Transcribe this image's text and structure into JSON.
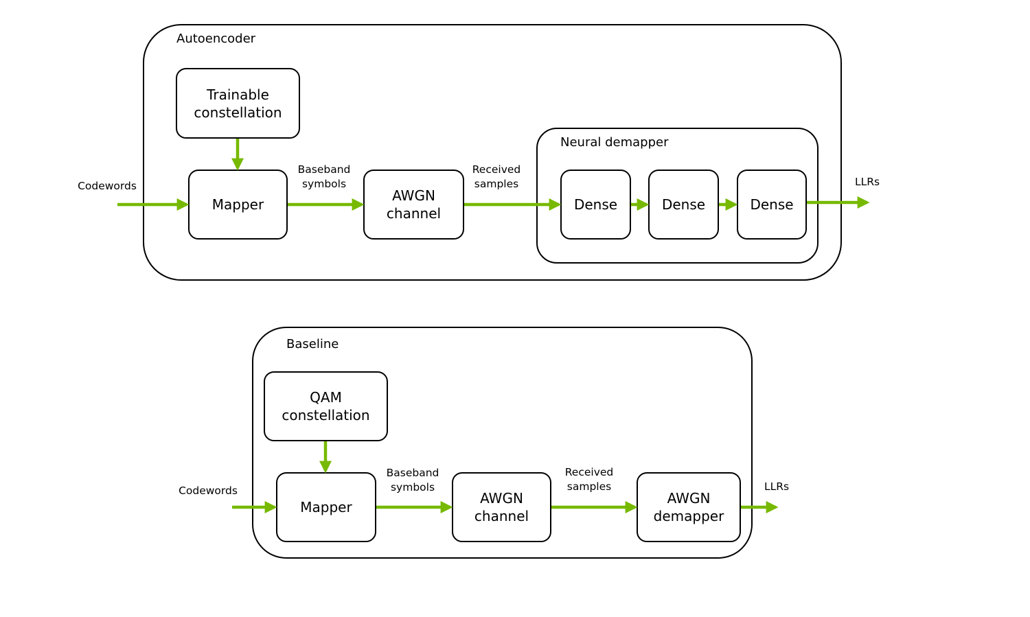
{
  "autoencoder": {
    "title": "Autoencoder",
    "constellation": "Trainable\nconstellation",
    "mapper": "Mapper",
    "channel": "AWGN\nchannel",
    "demapper": {
      "title": "Neural demapper",
      "layers": [
        "Dense",
        "Dense",
        "Dense"
      ]
    },
    "signals": {
      "input": "Codewords",
      "baseband": "Baseband\nsymbols",
      "received": "Received\nsamples",
      "output": "LLRs"
    }
  },
  "baseline": {
    "title": "Baseline",
    "constellation": "QAM\nconstellation",
    "mapper": "Mapper",
    "channel": "AWGN\nchannel",
    "demapper": "AWGN\ndemapper",
    "signals": {
      "input": "Codewords",
      "baseband": "Baseband\nsymbols",
      "received": "Received\nsamples",
      "output": "LLRs"
    }
  },
  "colors": {
    "arrow": "#76b900",
    "stroke": "#000000"
  }
}
